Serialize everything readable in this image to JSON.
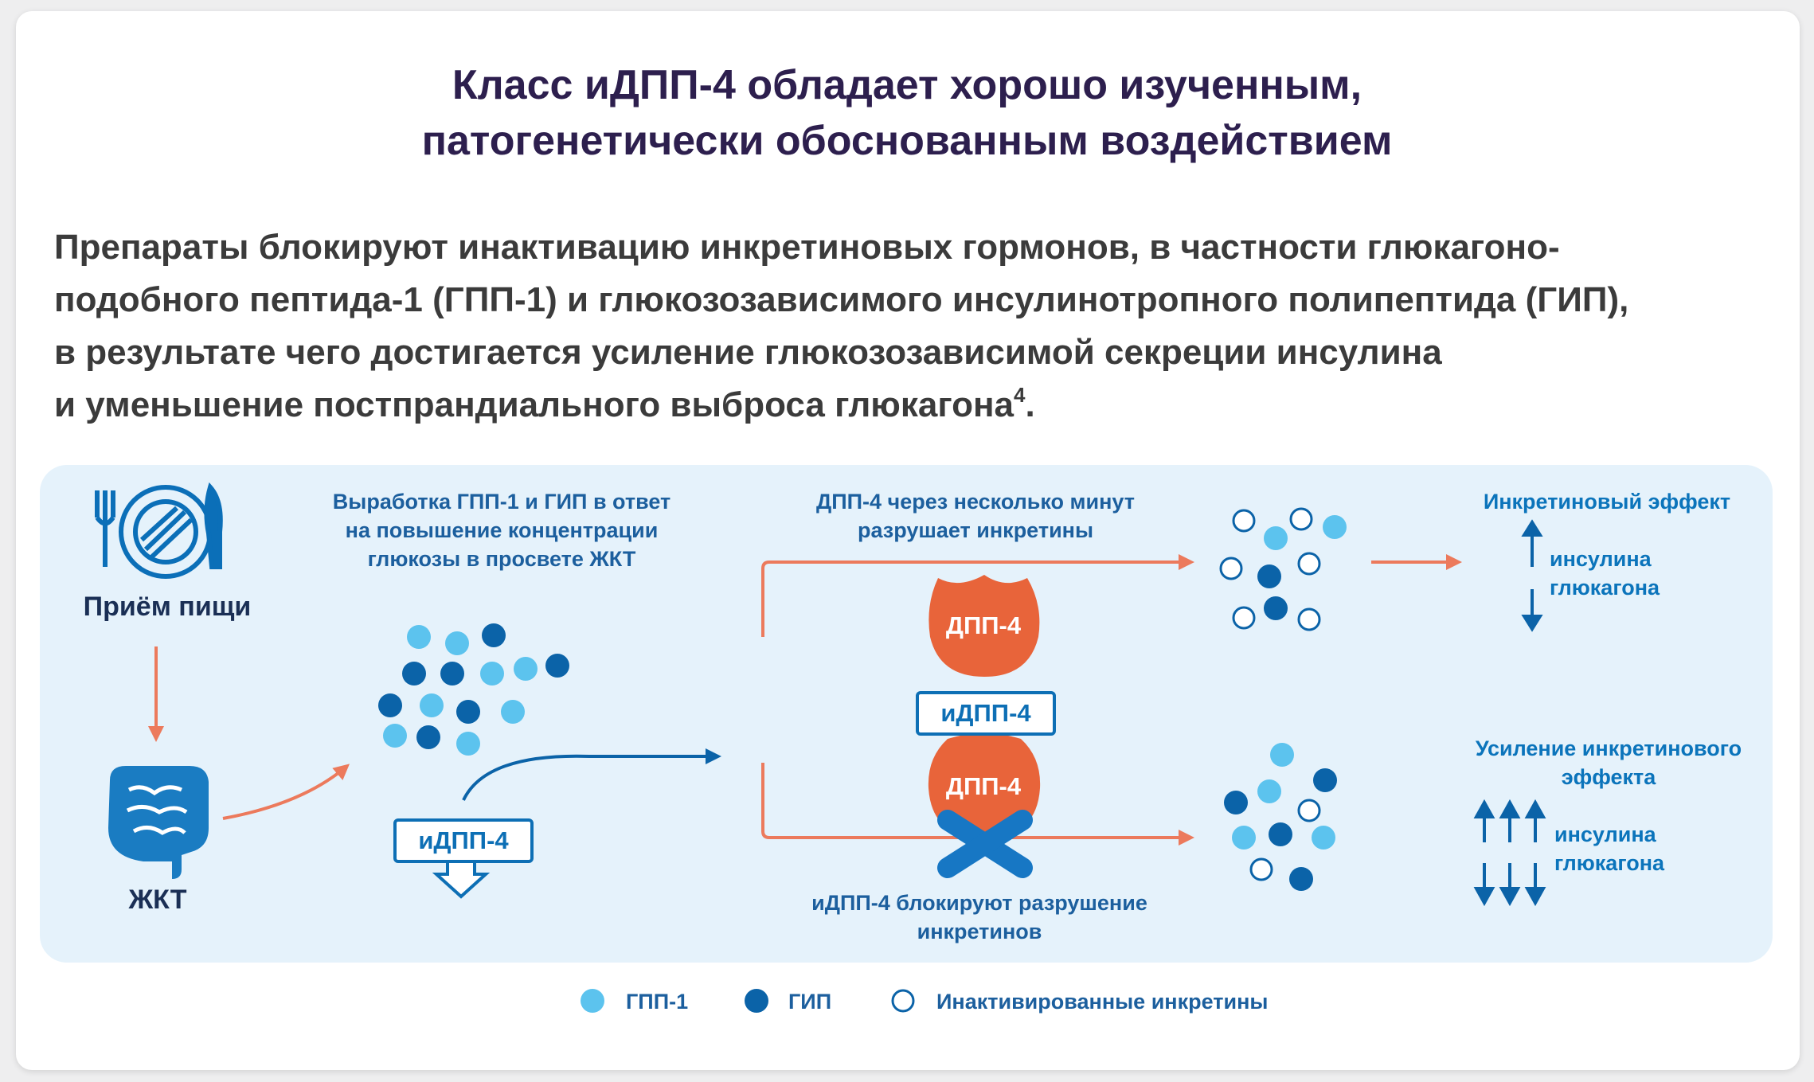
{
  "title": {
    "line1": "Класс иДПП-4 обладает хорошо изученным,",
    "line2": "патогенетически обоснованным воздействием"
  },
  "lead": {
    "line1": "Препараты блокируют инактивацию инкретиновых гормонов, в частности глюкагоно-",
    "line2": "подобного пептида-1 (ГПП-1) и глюкозозависимого инсулинотропного полипептида (ГИП),",
    "line3": "в результате чего достигается усиление глюкозозависимой секреции инсулина",
    "line4": "и уменьшение постпрандиального выброса глюкагона",
    "footnote": "4",
    "end": "."
  },
  "diagram": {
    "food_label": "Приём пищи",
    "gut_label": "ЖКТ",
    "production": {
      "line1": "Выработка ГПП-1 и ГИП в ответ",
      "line2": "на повышение концентрации",
      "line3": "глюкозы в просвете ЖКТ"
    },
    "dpp4_action": {
      "line1": "ДПП-4 через несколько минут",
      "line2": "разрушает инкретины"
    },
    "enzyme_label": "ДПП-4",
    "inhibitor_label": "иДПП-4",
    "block": {
      "line1": "иДПП-4 блокируют разрушение",
      "line2": "инкретинов"
    },
    "effect_top": {
      "title": "Инкретиновый эффект",
      "insulin": "инсулина",
      "glucagon": "глюкагона"
    },
    "effect_bottom": {
      "line1": "Усиление инкретинового",
      "line2": "эффекта",
      "insulin": "инсулина",
      "glucagon": "глюкагона"
    }
  },
  "legend": {
    "glp1": "ГПП-1",
    "gip": "ГИП",
    "inactive": "Инактивированные инкретины"
  },
  "colors": {
    "glp1": "#5cc3ee",
    "gip": "#0b63a8",
    "inactive_stroke": "#0b63a8",
    "arrow_orange": "#ec7a5c",
    "enzyme": "#e8643a",
    "title": "#2d1f4e",
    "panel": "#e5f2fb"
  },
  "icons": {
    "meal": "plate-fork-knife-icon",
    "gut": "intestine-icon",
    "enzyme": "dpp4-enzyme-icon",
    "block": "cross-mark-icon"
  }
}
